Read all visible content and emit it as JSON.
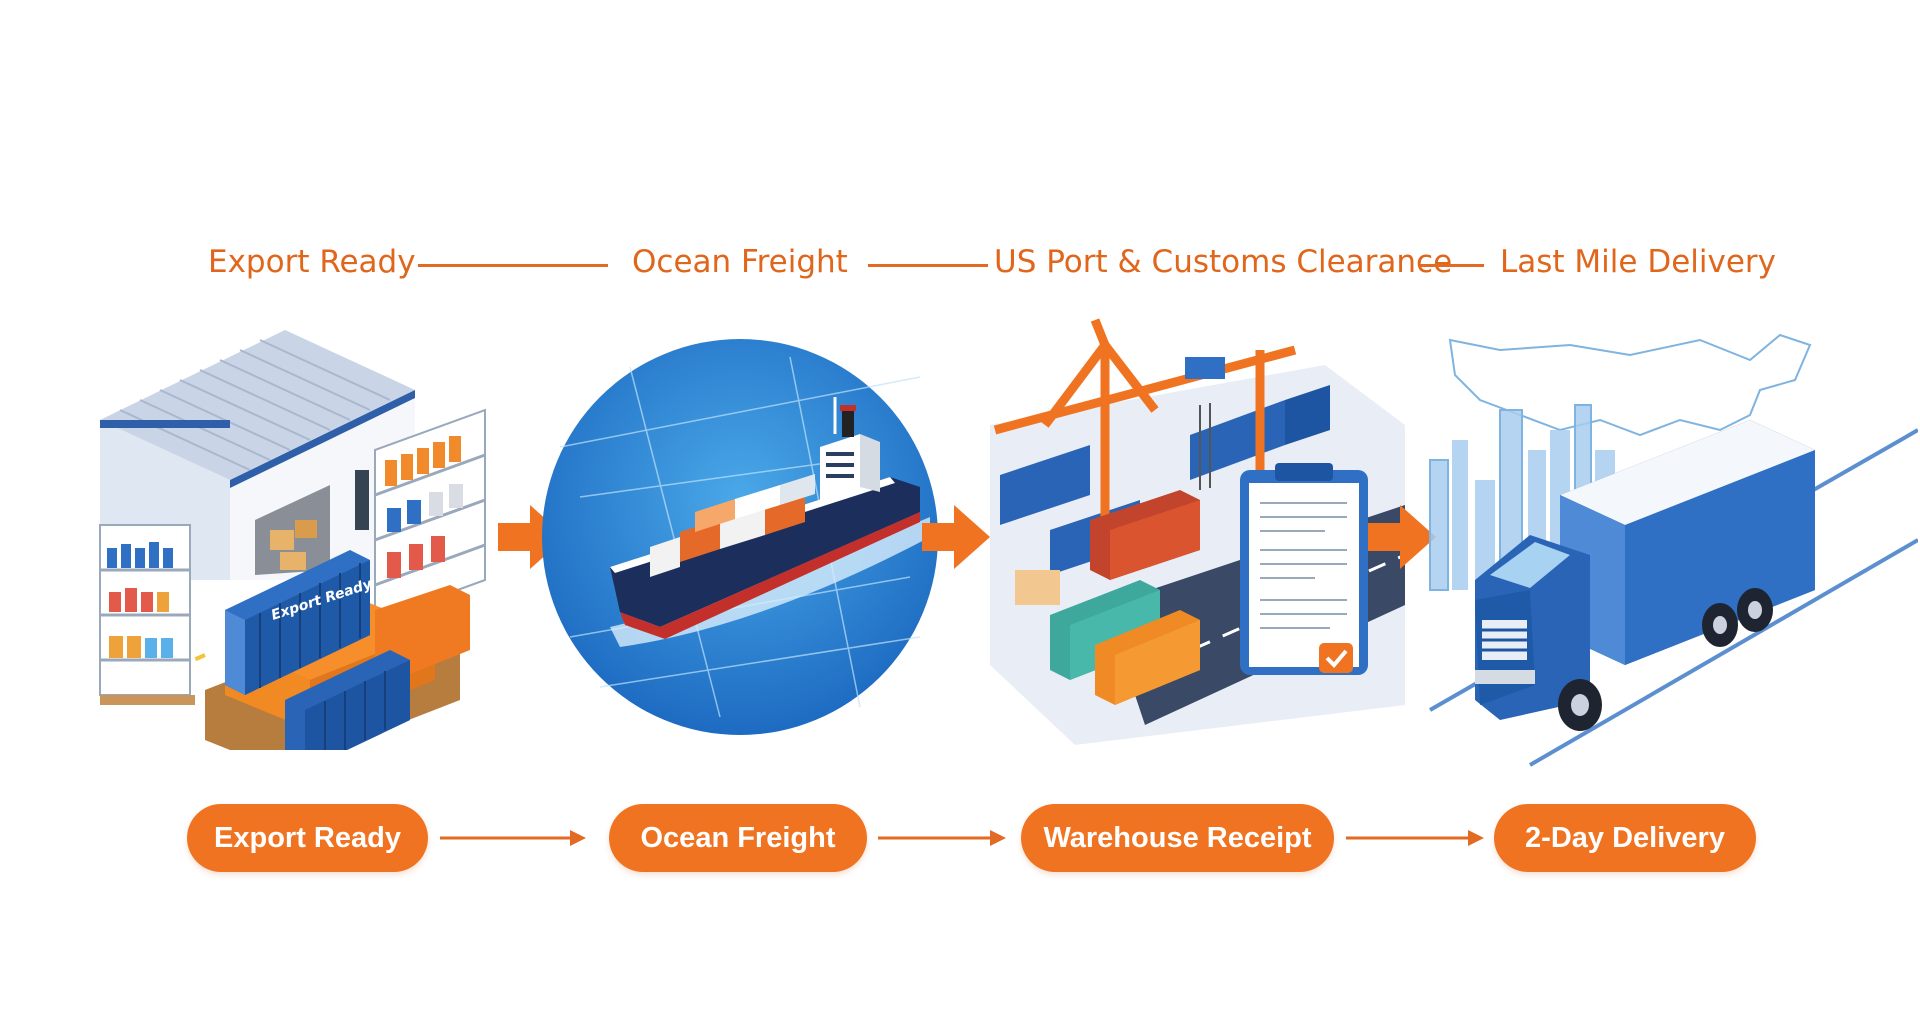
{
  "stages_top": [
    {
      "label": "Export Ready"
    },
    {
      "label": "Ocean Freight"
    },
    {
      "label": "US Port & Customs Clearance"
    },
    {
      "label": "Last Mile Delivery"
    }
  ],
  "stages_bottom": [
    {
      "label": "Export Ready"
    },
    {
      "label": "Ocean Freight"
    },
    {
      "label": "Warehouse Receipt"
    },
    {
      "label": "2-Day Delivery"
    }
  ],
  "container_label": "Export Ready",
  "colors": {
    "accent": "#f07321",
    "title": "#e0661c",
    "blue": "#2f6fc4",
    "light_blue": "#4aa3e0"
  },
  "icons": [
    "warehouse-icon",
    "cargo-ship-icon",
    "port-crane-icon",
    "clipboard-check-icon",
    "delivery-truck-icon"
  ]
}
